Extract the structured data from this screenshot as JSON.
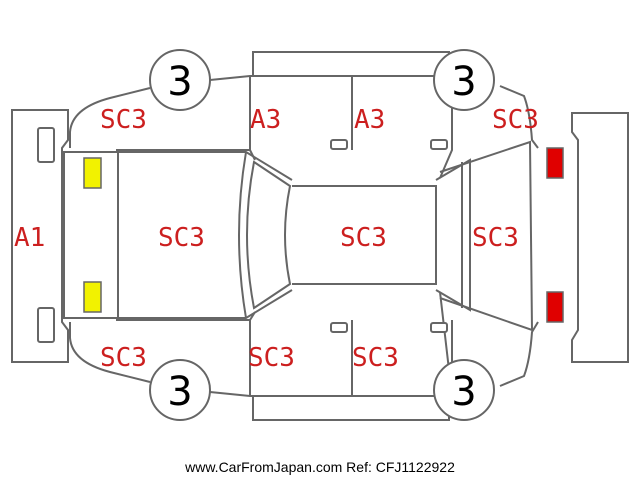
{
  "colors": {
    "damage_label": "#cc1f1f",
    "front_lights": "#f2f200",
    "rear_lights": "#e00000",
    "outline": "#666666"
  },
  "labels": {
    "front_bumper": "A1",
    "front_left_corner": "SC3",
    "front_left_door": "A3",
    "rear_left_door": "A3",
    "rear_left_corner": "SC3",
    "hood": "SC3",
    "roof": "SC3",
    "trunk": "SC3",
    "front_right_corner": "SC3",
    "front_right_door": "SC3",
    "rear_right_door": "SC3"
  },
  "wheels": {
    "top_left": "3",
    "top_right": "3",
    "bottom_left": "3",
    "bottom_right": "3"
  },
  "footer": "www.CarFromJapan.com Ref: CFJ1122922"
}
